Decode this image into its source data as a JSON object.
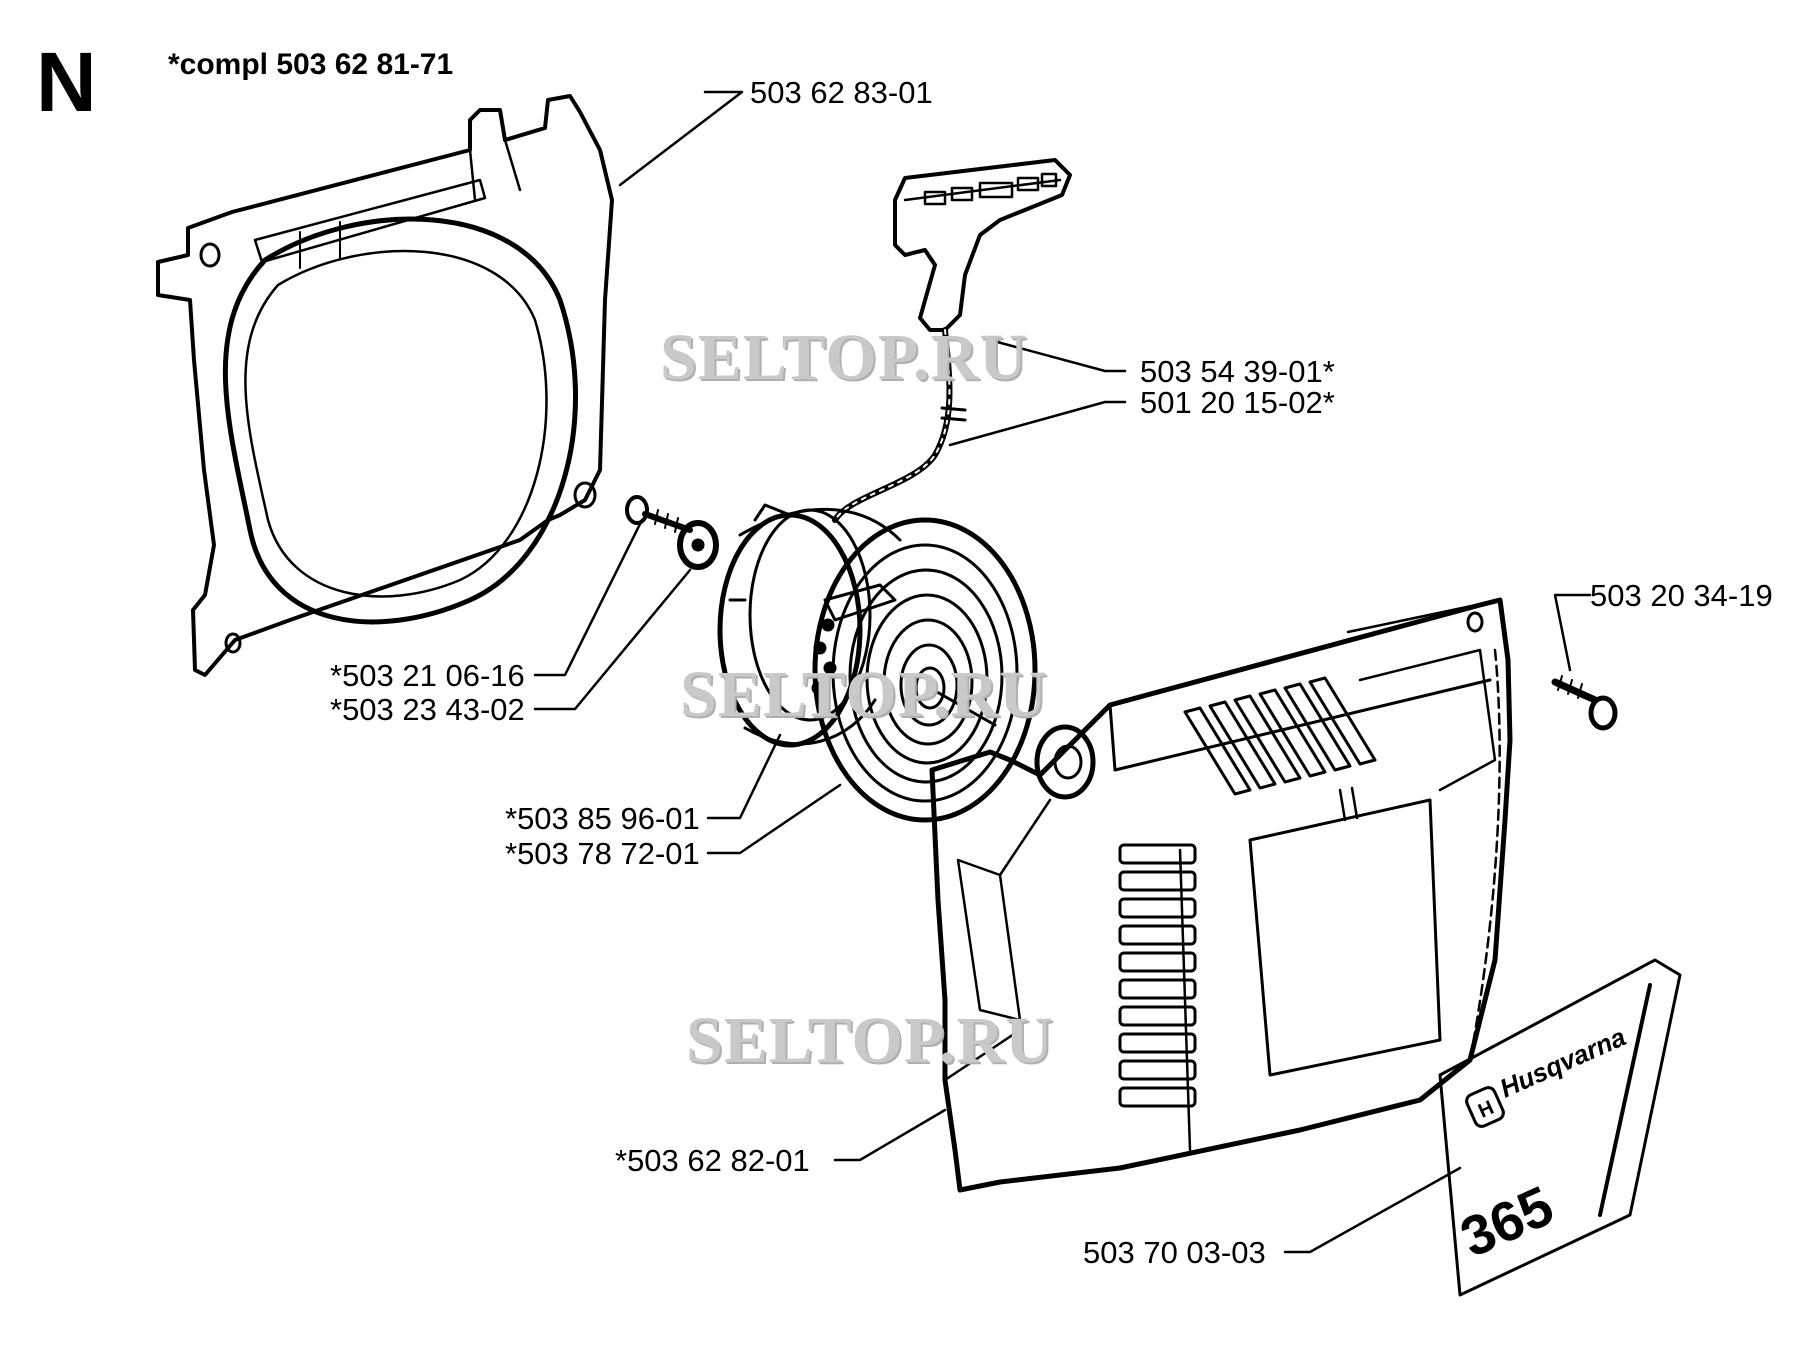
{
  "section_letter": "N",
  "kit_note": "*compl 503 62 81-71",
  "watermarks": [
    "SELTOP.RU",
    "SELTOP.RU",
    "SELTOP.RU"
  ],
  "decal": {
    "brand": "Husqvarna",
    "model": "365"
  },
  "parts": {
    "fan_housing": "503 62 83-01",
    "handle": "503 54 39-01*",
    "cord": "501 20 15-02*",
    "screw_small": "*503 21 06-16",
    "washer": "*503 23 43-02",
    "cover_screw": "503 20 34-19",
    "pulley": "*503 85 96-01",
    "spring": "*503 78 72-01",
    "starter_cover": "*503 62 82-01",
    "decal": "503 70 03-03"
  },
  "colors": {
    "line": "#000000",
    "watermark": "#c9c9c9",
    "background": "#ffffff"
  }
}
